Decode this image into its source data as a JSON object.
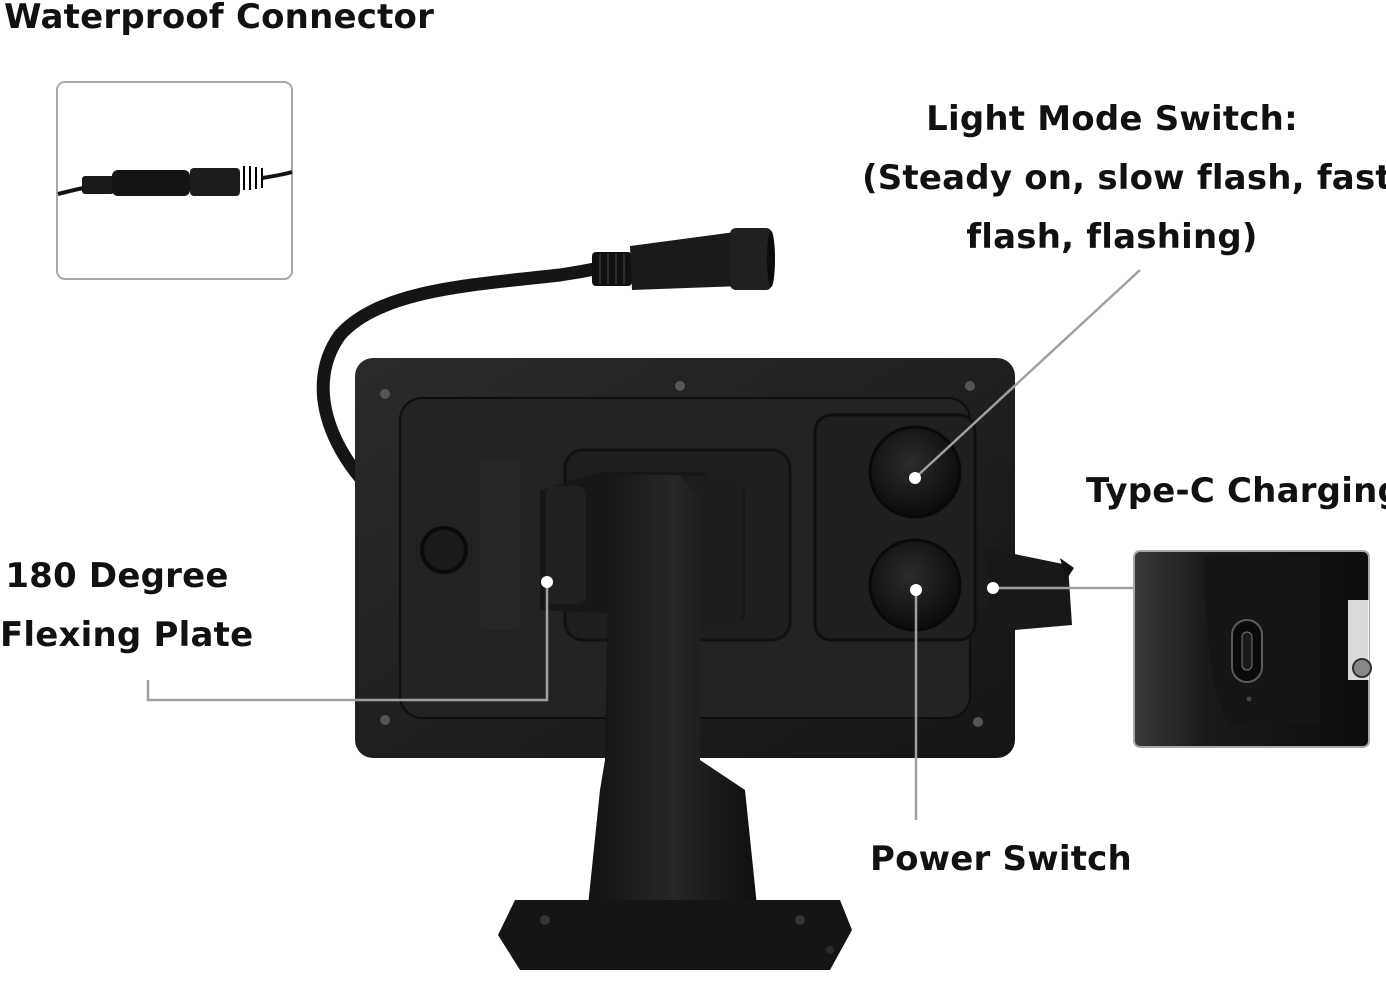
{
  "labels": {
    "waterproof_connector": "Waterproof Connector",
    "light_mode_switch": {
      "line1": "Light Mode Switch:",
      "line2": "(Steady on, slow flash, fast",
      "line3": "flash, flashing)"
    },
    "type_c_charging": "Type-C Charging",
    "flexing_plate": {
      "line1": "180 Degree",
      "line2": "Flexing Plate"
    },
    "power_switch": "Power Switch"
  },
  "colors": {
    "device_body": "#1c1c1c",
    "device_plate": "#222222",
    "callout_line": "#a0a0a0",
    "inset_border": "#a8a8a8",
    "text": "#111111"
  }
}
